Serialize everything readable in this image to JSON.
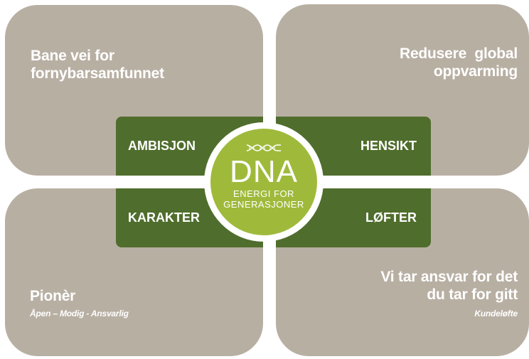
{
  "quadrants": {
    "top_left": "Bane vei for\nfornybarsamfunnet",
    "top_right": "Redusere  global\noppvarming",
    "bottom_left_title": "Pionèr",
    "bottom_left_sub": "Åpen – Modig - Ansvarlig",
    "bottom_right_title": "Vi tar ansvar for det\ndu tar for gitt",
    "bottom_right_sub": "Kundeløfte"
  },
  "cells": {
    "top_left": "AMBISJON",
    "top_right": "HENSIKT",
    "bottom_left": "KARAKTER",
    "bottom_right": "LØFTER"
  },
  "center": {
    "title": "DNA",
    "sub_line1": "ENERGI FOR",
    "sub_line2": "GENERASJONER",
    "icon": "dna-helix-icon"
  },
  "colors": {
    "quadrant": "#b8afa3",
    "cell": "#4f6d2c",
    "circle": "#9fba3b",
    "text": "#ffffff"
  }
}
